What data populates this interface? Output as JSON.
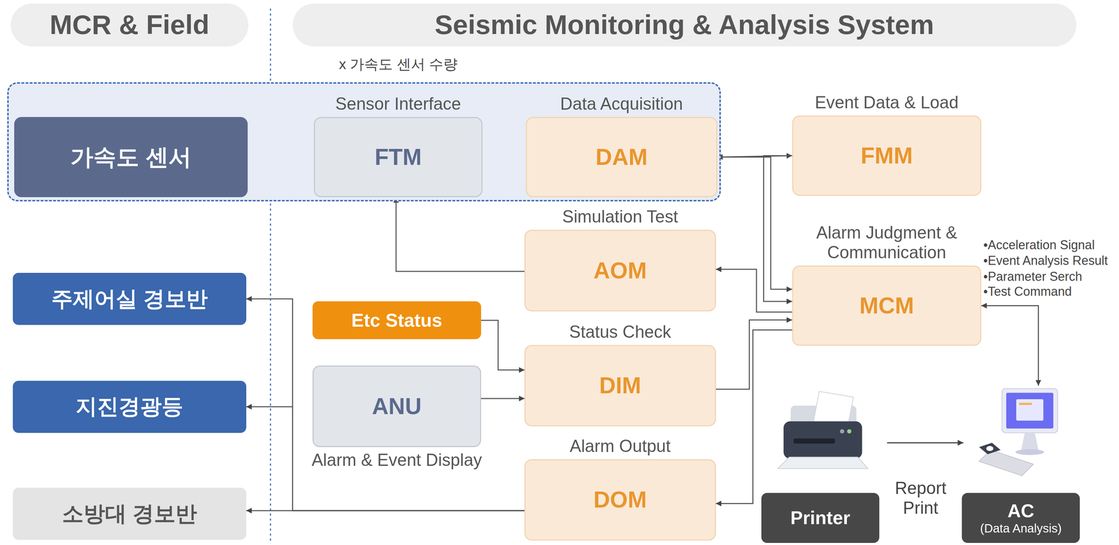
{
  "diagram": {
    "nodes": [
      {
        "text": [
          "MCR & Field"
        ]
      },
      {
        "text": [
          "Seismic Monitoring & Analysis System"
        ]
      },
      {
        "text": [
          "x 가속도 센서 수량"
        ]
      },
      {
        "text": [
          "가속도 센서"
        ],
        "in": 2
      },
      {
        "text": [
          "Sensor Interface",
          "FTM"
        ],
        "in": 2
      },
      {
        "text": [
          "Data Acquisition",
          "DAM"
        ],
        "in": 2
      },
      {
        "text": [
          "Event Data & Load",
          "FMM"
        ]
      },
      {
        "text": [
          "Simulation Test",
          "AOM"
        ]
      },
      {
        "text": [
          "Alarm Judgment & Communication",
          "MCM"
        ]
      },
      {
        "text": [
          "주제어실 경보반"
        ]
      },
      {
        "text": [
          "Etc Status"
        ]
      },
      {
        "text": [
          "Status Check",
          "DIM"
        ]
      },
      {
        "text": [
          "지진경광등"
        ]
      },
      {
        "text": [
          "ANU",
          "Alarm & Event Display"
        ]
      },
      {
        "text": [
          "Alarm Output",
          "DOM"
        ]
      },
      {
        "text": [
          "소방대 경보반"
        ]
      },
      {
        "text": [
          "Printer"
        ]
      },
      {
        "text": [
          "AC",
          "(Data Analysis)"
        ]
      }
    ],
    "edges": [
      {
        "from": 3,
        "to": 4,
        "arrow": "both"
      },
      {
        "from": 5,
        "to": 6,
        "arrow": "both"
      },
      {
        "from": 5,
        "to": 8,
        "arrow": "to"
      },
      {
        "from": 6,
        "to": 8,
        "arrow": "to"
      },
      {
        "from": 8,
        "to": 7,
        "arrow": "to"
      },
      {
        "from": 7,
        "to": 4,
        "arrow": "to"
      },
      {
        "from": 10,
        "to": 11,
        "arrow": "to"
      },
      {
        "from": 13,
        "to": 11,
        "arrow": "to"
      },
      {
        "from": 11,
        "to": 8,
        "arrow": "to"
      },
      {
        "from": 8,
        "to": 14,
        "arrow": "to"
      },
      {
        "from": 14,
        "to": 9,
        "arrow": "to"
      },
      {
        "from": 14,
        "to": 12,
        "arrow": "to"
      },
      {
        "from": 14,
        "to": 15,
        "arrow": "to"
      },
      {
        "from": 8,
        "to": 17,
        "arrow": "both"
      }
    ],
    "labels": [
      "•Acceleration Signal",
      "•Event Analysis Result",
      "•Parameter Serch",
      "•Test Command",
      "Report Print"
    ]
  }
}
